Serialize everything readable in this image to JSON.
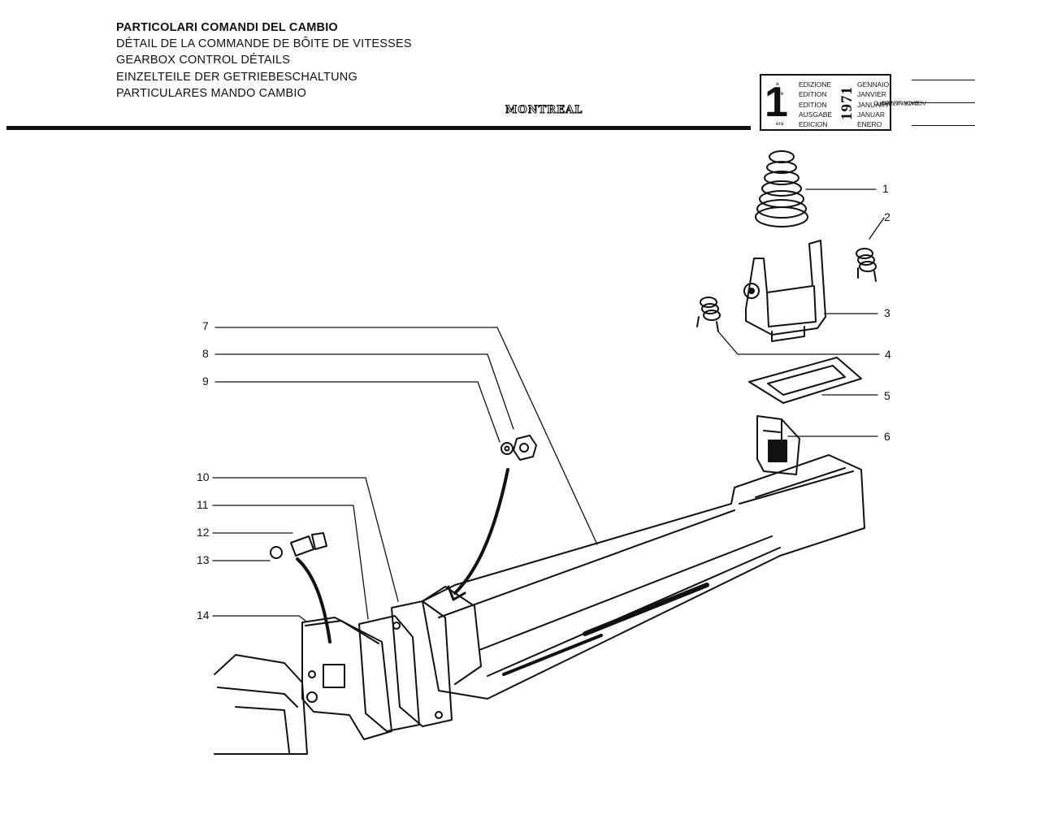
{
  "header": {
    "titles": [
      "PARTICOLARI COMANDI DEL CAMBIO",
      "DÉTAIL DE LA COMMANDE DE BÔITE DE VITESSES",
      "GEARBOX CONTROL DÉTAILS",
      "EINZELTEILE DER GETRIEBESCHALTUNG",
      "PARTICULARES MANDO CAMBIO"
    ],
    "model": "MONTREAL"
  },
  "edition": {
    "number": "1",
    "suffixes": [
      "a",
      "ere",
      "st",
      ".",
      "era"
    ],
    "words": [
      "EDIZIONE",
      "EDITION",
      "EDITION",
      "AUSGABE",
      "EDICION"
    ],
    "year": "1971",
    "months": [
      "GENNAIO",
      "JANVIER",
      "JANUARY",
      "JANUAR",
      "ENERO"
    ],
    "update_label": [
      "DATA ULTIMO",
      "AGGIORNAMENTO"
    ]
  },
  "callouts": [
    "1",
    "2",
    "3",
    "4",
    "5",
    "6",
    "7",
    "8",
    "9",
    "10",
    "11",
    "12",
    "13",
    "14"
  ]
}
